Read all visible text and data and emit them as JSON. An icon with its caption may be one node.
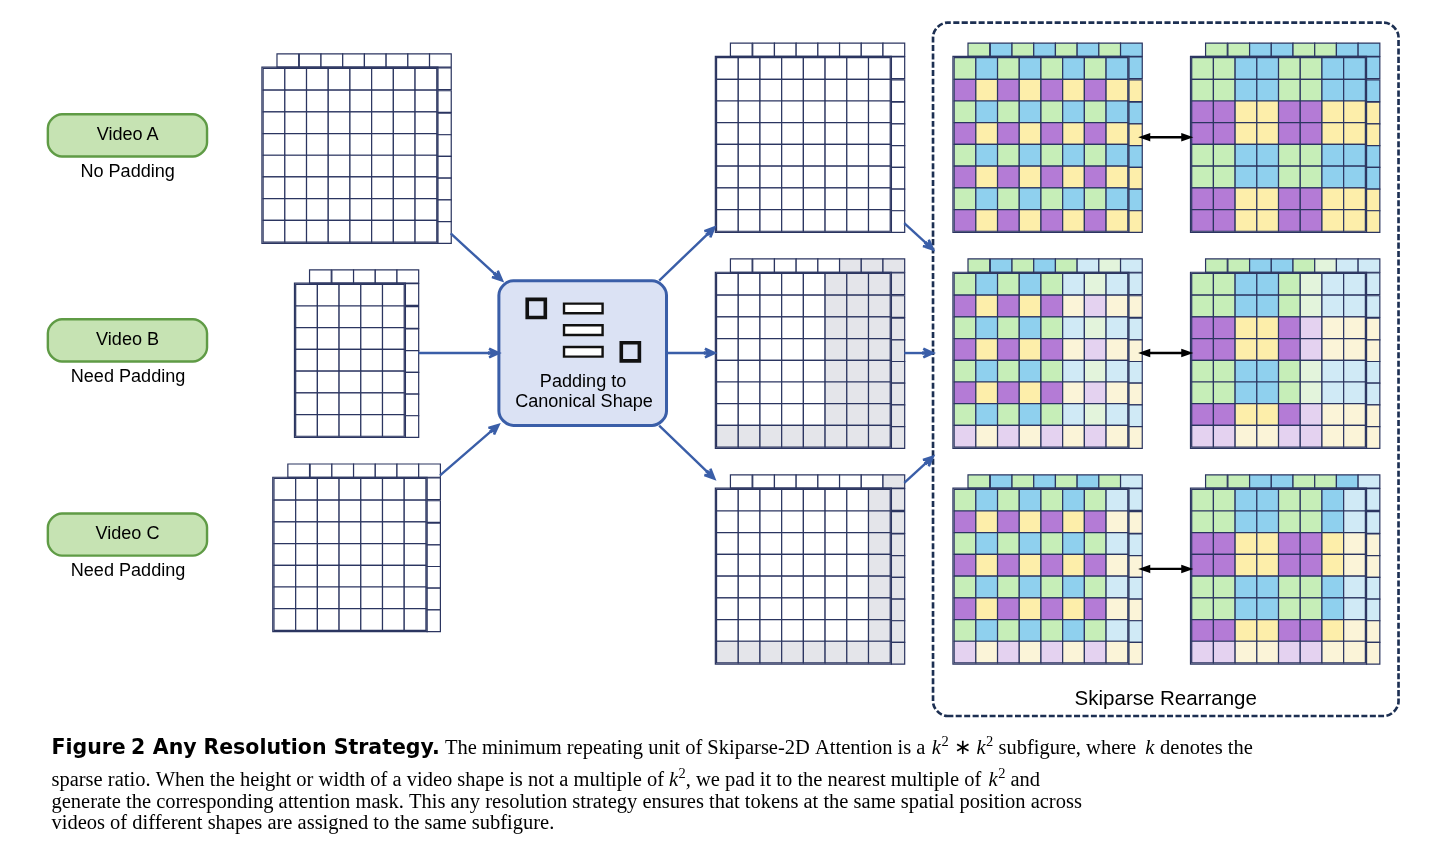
{
  "diagram": {
    "caption": "**Figure 2 Any Resolution Strategy.** The minimum repeating unit of Skiparse-2D Attention is a *k*$^{2}$ ∗ *k*$^{2}$ subfigure, where *k* denotes the sparse ratio. When the height or width of a video shape is not a multiple of *k*$^{2}$, we pad it to the nearest multiple of *k*$^{2}$ and generate the corresponding attention mask. This any resolution strategy ensures that tokens at the same spatial position across videos of different shapes are assigned to the same subfigure.",
    "nodes": [
      {
        "text": [
          "Video A"
        ],
        "beside": [
          "No Padding"
        ]
      },
      {
        "text": [],
        "shape": "cube"
      },
      {
        "text": [
          "Video B"
        ],
        "beside": [
          "Need Padding"
        ]
      },
      {
        "text": [],
        "shape": "cube"
      },
      {
        "text": [
          "Video C"
        ],
        "beside": [
          "Need Padding"
        ]
      },
      {
        "text": [],
        "shape": "cube"
      },
      {
        "text": [
          "Padding to Canonical Shape"
        ]
      },
      {
        "text": [],
        "shape": "cube"
      },
      {
        "text": [],
        "shape": "cube"
      },
      {
        "text": [],
        "shape": "cube"
      },
      {
        "text": [
          "Skiparse Rearrange"
        ]
      },
      {
        "text": [],
        "shape": "cube",
        "in": 10
      },
      {
        "text": [],
        "shape": "cube",
        "in": 10
      },
      {
        "text": [],
        "shape": "cube",
        "in": 10
      },
      {
        "text": [],
        "shape": "cube",
        "in": 10
      },
      {
        "text": [],
        "shape": "cube",
        "in": 10
      },
      {
        "text": [],
        "shape": "cube",
        "in": 10
      }
    ],
    "edges": [
      {
        "from": 1,
        "to": 6,
        "arrow": "to"
      },
      {
        "from": 3,
        "to": 6,
        "arrow": "to"
      },
      {
        "from": 5,
        "to": 6,
        "arrow": "to"
      },
      {
        "from": 6,
        "to": 7,
        "arrow": "to"
      },
      {
        "from": 6,
        "to": 8,
        "arrow": "to"
      },
      {
        "from": 6,
        "to": 9,
        "arrow": "to"
      },
      {
        "from": 7,
        "to": 10,
        "arrow": "to"
      },
      {
        "from": 8,
        "to": 10,
        "arrow": "to"
      },
      {
        "from": 9,
        "to": 10,
        "arrow": "to"
      },
      {
        "from": 11,
        "to": 12,
        "arrow": "both",
        "color": "#000000"
      },
      {
        "from": 13,
        "to": 14,
        "arrow": "both",
        "color": "#000000"
      },
      {
        "from": 15,
        "to": 16,
        "arrow": "both",
        "color": "#000000"
      }
    ]
  }
}
